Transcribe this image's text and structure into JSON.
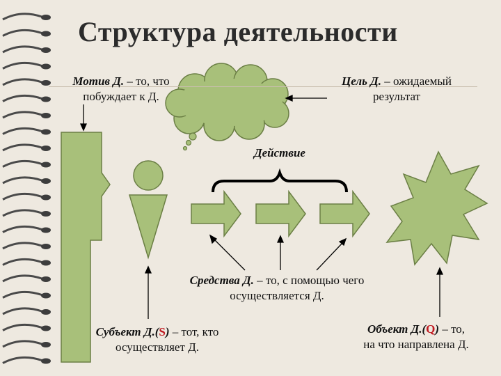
{
  "slide": {
    "title": "Структура деятельности",
    "motive": {
      "term": "Мотив Д.",
      "desc_1": " – то, что",
      "desc_2": "побуждает к Д."
    },
    "goal": {
      "term": "Цель Д.",
      "desc_1": " – ожидаемый",
      "desc_2": "результат"
    },
    "action": {
      "term": "Действие"
    },
    "means": {
      "term": "Средства Д.",
      "desc_1": " – то, с помощью чего",
      "desc_2": "осуществляется Д."
    },
    "subject": {
      "term": "Субъект Д.(",
      "letter": "S",
      "term_end": ")",
      "desc_1": " – тот, кто",
      "desc_2": "осуществляет Д."
    },
    "object": {
      "term": "Объект Д.(",
      "letter": "Q",
      "term_end": ")",
      "desc_1": " – то,",
      "desc_2": "на что направлена Д."
    }
  },
  "colors": {
    "shape_fill": "#a8c07a",
    "shape_stroke": "#6b7f45",
    "background": "#eee9e0"
  }
}
